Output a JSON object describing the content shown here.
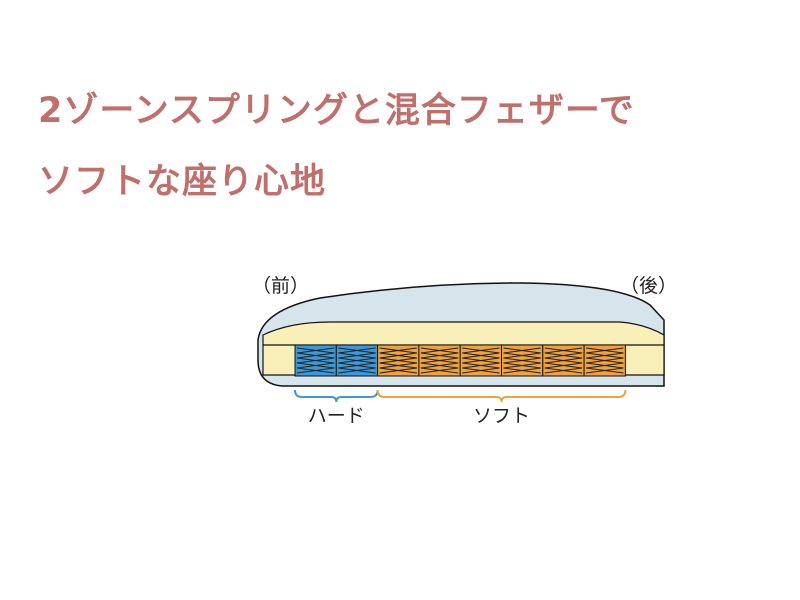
{
  "title": {
    "line1": "2ゾーンスプリングと混合フェザーで",
    "line2": "ソフトな座り心地"
  },
  "diagram": {
    "front_label": "（前）",
    "back_label": "（後）",
    "zones": [
      {
        "label": "ハード",
        "springs": 2,
        "color": "#3a9ad9"
      },
      {
        "label": "ソフト",
        "springs": 6,
        "color": "#f0a23c"
      }
    ],
    "colors": {
      "cover": "#d6e4ec",
      "cushion": "#f8f0b8",
      "outline": "#111111"
    }
  }
}
